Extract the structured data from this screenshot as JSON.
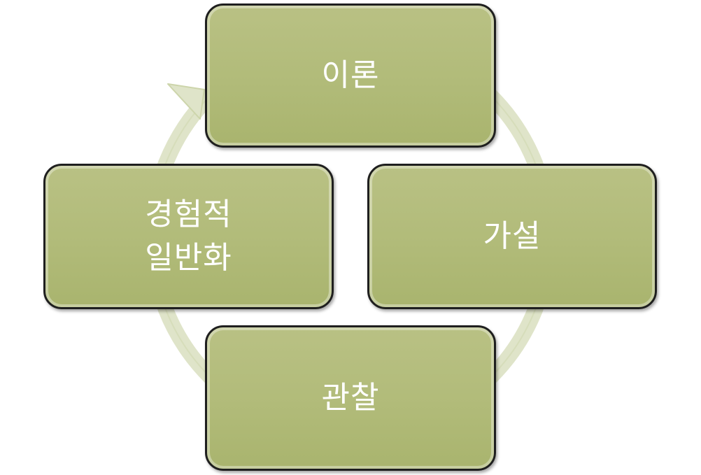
{
  "diagram": {
    "type": "cycle",
    "colors": {
      "node_fill": "#b3bc7b",
      "node_border": "#1f1f1f",
      "ring": "#d6dcbd",
      "text": "#ffffff"
    },
    "nodes": [
      {
        "id": "theory",
        "label": "이론"
      },
      {
        "id": "hypothesis",
        "label": "가설"
      },
      {
        "id": "observation",
        "label": "관찰"
      },
      {
        "id": "empirical_generalization",
        "line1": "경험적",
        "line2": "일반화"
      }
    ]
  }
}
